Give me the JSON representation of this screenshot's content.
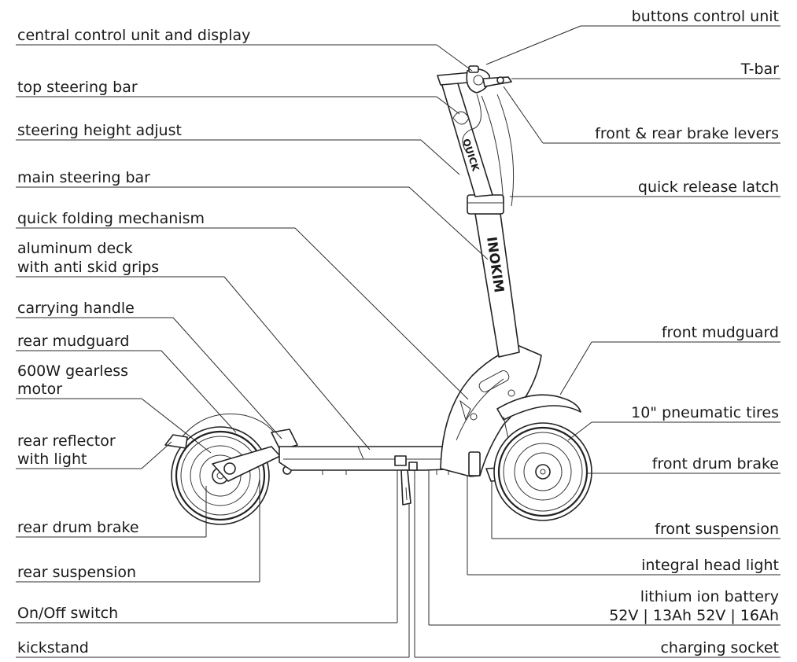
{
  "labels": {
    "buttons_control_unit": "buttons control unit",
    "central_control_unit": "central control unit and display",
    "t_bar": "T-bar",
    "top_steering_bar": "top steering bar",
    "brake_levers": "front & rear brake levers",
    "steering_height_adjust": "steering height adjust",
    "main_steering_bar": "main steering bar",
    "quick_release": "quick release",
    "latch": "latch",
    "quick_folding": "quick folding mechanism",
    "deck_line1": "aluminum deck",
    "deck_line2": "with anti skid grips",
    "carrying_handle": "carrying handle",
    "front_mudguard": "front mudguard",
    "rear_mudguard": "rear mudguard",
    "motor_line1": "600W gearless",
    "motor_line2": "motor",
    "pneumatic_tires": "10\" pneumatic tires",
    "reflector_line1": "rear reflector",
    "reflector_line2": "with light",
    "front_drum_brake": "front drum brake",
    "rear_drum_brake": "rear drum brake",
    "front_suspension": "front suspension",
    "rear_suspension": "rear suspension",
    "head_light": "integral head light",
    "battery_line1": "lithium ion battery",
    "battery_line2": "52V | 13Ah  52V | 16Ah",
    "on_off_switch": "On/Off switch",
    "kickstand": "kickstand",
    "charging_socket": "charging socket"
  },
  "brand_text": {
    "stem_logo": "QUICK",
    "main_logo": "INOKIM"
  },
  "colors": {
    "line": "#2a2a2a",
    "text": "#1a1a1a",
    "background": "#ffffff"
  }
}
